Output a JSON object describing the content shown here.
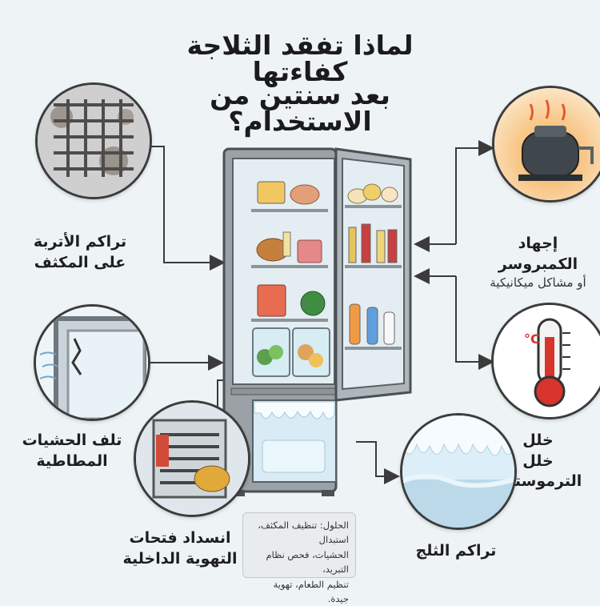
{
  "title": {
    "line1": "لماذا تفقد الثلاجة كفاءتها",
    "line2": "بعد سنتين من الاستخدام؟"
  },
  "causes": {
    "dust_on_condenser": {
      "line1": "تراكم الأتربة",
      "line2": "على المكثف"
    },
    "gasket_damage": {
      "line1": "تلف الحشيات",
      "line2": "المطاطية"
    },
    "vent_blockage": {
      "line1": "انسداد فتحات",
      "line2": "التهوية الداخلية"
    },
    "compressor_strain": {
      "line1": "إجهاد الكمبروسر",
      "line2": "أو مشاكل ميكانيكية"
    },
    "thermostat_fault": {
      "line1": "خلل",
      "line2": "خلل الترموستات"
    },
    "ice_buildup": {
      "line1": "تراكم الثلج"
    }
  },
  "solutions": {
    "line1": "الحلول: تنظيف المكثف، استبدال",
    "line2": "الحشيات، فحص نظام التبريد،",
    "line3": "تنظيم الطعام، تهوية جيدة."
  },
  "thermometer_symbol": "°C",
  "colors": {
    "fridge_body": "#8d9499",
    "fridge_inner": "#dfe8ee",
    "arrow": "#3b3b3b",
    "heat": "#e35a2b",
    "ice": "#cfe6f2"
  }
}
